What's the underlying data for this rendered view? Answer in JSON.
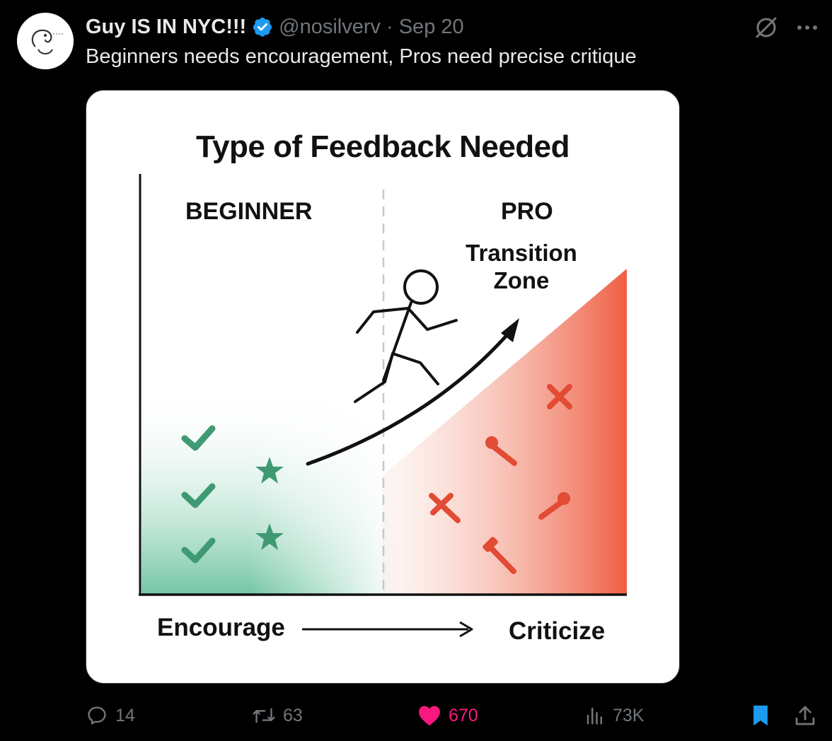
{
  "tweet": {
    "author_name": "Guy IS IN NYC!!!",
    "handle": "@nosilverv",
    "separator": "·",
    "date": "Sep 20",
    "text": "Beginners needs encouragement, Pros need precise critique",
    "avatar_icon": "sketch-face-avatar",
    "verified_icon": "verified-badge-icon",
    "verified_color": "#1d9bf0"
  },
  "top_icons": [
    "grok-icon",
    "more-icon"
  ],
  "image": {
    "title": "Type of Feedback Needed",
    "left_label": "BEGINNER",
    "right_label": "PRO",
    "zone_line1": "Transition",
    "zone_line2": "Zone",
    "axis_left": "Encourage",
    "axis_right": "Criticize",
    "colors": {
      "encourage": "#3f9a73",
      "critique": "#e8553d"
    }
  },
  "actions": {
    "replies": "14",
    "reposts": "63",
    "likes": "670",
    "views": "73K",
    "like_color": "#f91880",
    "bookmark_color": "#1d9bf0"
  }
}
